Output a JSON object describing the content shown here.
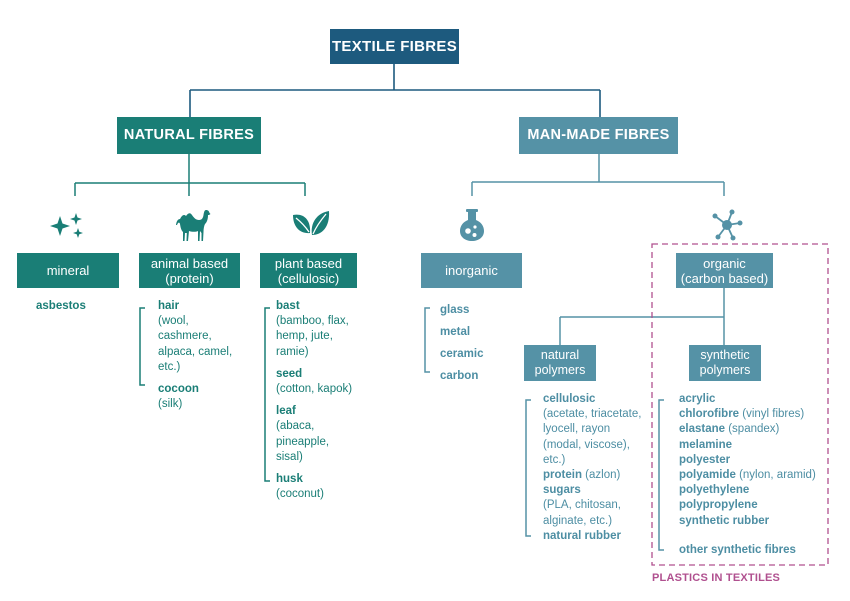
{
  "title": "TEXTILE FIBRES",
  "natural": {
    "label": "NATURAL FIBRES",
    "mineral": {
      "label": "mineral",
      "items": [
        "asbestos"
      ]
    },
    "animal": {
      "label_1": "animal based",
      "label_2": "(protein)",
      "hair": {
        "name": "hair",
        "l1": "(wool,",
        "l2": "cashmere,",
        "l3": "alpaca, camel,",
        "l4": "etc.)"
      },
      "cocoon": {
        "name": "cocoon",
        "l1": "(silk)"
      }
    },
    "plant": {
      "label_1": "plant based",
      "label_2": "(cellulosic)",
      "bast": {
        "name": "bast",
        "l1": "(bamboo, flax,",
        "l2": "hemp, jute,",
        "l3": "ramie)"
      },
      "seed": {
        "name": "seed",
        "l1": "(cotton, kapok)"
      },
      "leaf": {
        "name": "leaf",
        "l1": "(abaca,",
        "l2": "pineapple,",
        "l3": "sisal)"
      },
      "husk": {
        "name": "husk",
        "l1": "(coconut)"
      }
    }
  },
  "manmade": {
    "label": "MAN-MADE FIBRES",
    "inorganic": {
      "label": "inorganic",
      "items": [
        "glass",
        "metal",
        "ceramic",
        "carbon"
      ]
    },
    "organic": {
      "label_1": "organic",
      "label_2": "(carbon based)"
    },
    "natural_polymers": {
      "label_1": "natural",
      "label_2": "polymers",
      "cellulosic": {
        "name": "cellulosic",
        "l1": "(acetate, triacetate,",
        "l2": "lyocell, rayon",
        "l3": "(modal, viscose),",
        "l4": "etc.)"
      },
      "protein": {
        "name": "protein",
        "note": " (azlon)"
      },
      "sugars": {
        "name": "sugars",
        "l1": "(PLA, chitosan,",
        "l2": "alginate, etc.)"
      },
      "rubber": {
        "name": "natural rubber"
      }
    },
    "synthetic_polymers": {
      "label_1": "synthetic",
      "label_2": "polymers",
      "items": [
        {
          "name": "acrylic",
          "note": ""
        },
        {
          "name": "chlorofibre",
          "note": " (vinyl fibres)"
        },
        {
          "name": "elastane",
          "note": " (spandex)"
        },
        {
          "name": "melamine",
          "note": ""
        },
        {
          "name": "polyester",
          "note": ""
        },
        {
          "name": "polyamide",
          "note": " (nylon, aramid)"
        },
        {
          "name": "polyethylene",
          "note": ""
        },
        {
          "name": "polypropylene",
          "note": ""
        },
        {
          "name": "synthetic rubber",
          "note": ""
        }
      ],
      "other": "other synthetic fibres"
    }
  },
  "plastics_label": "PLASTICS IN TEXTILES",
  "colors": {
    "navy": "#1d5a7e",
    "teal": "#1a7e76",
    "blue": "#5592a6",
    "plastic": "#b0508f"
  }
}
